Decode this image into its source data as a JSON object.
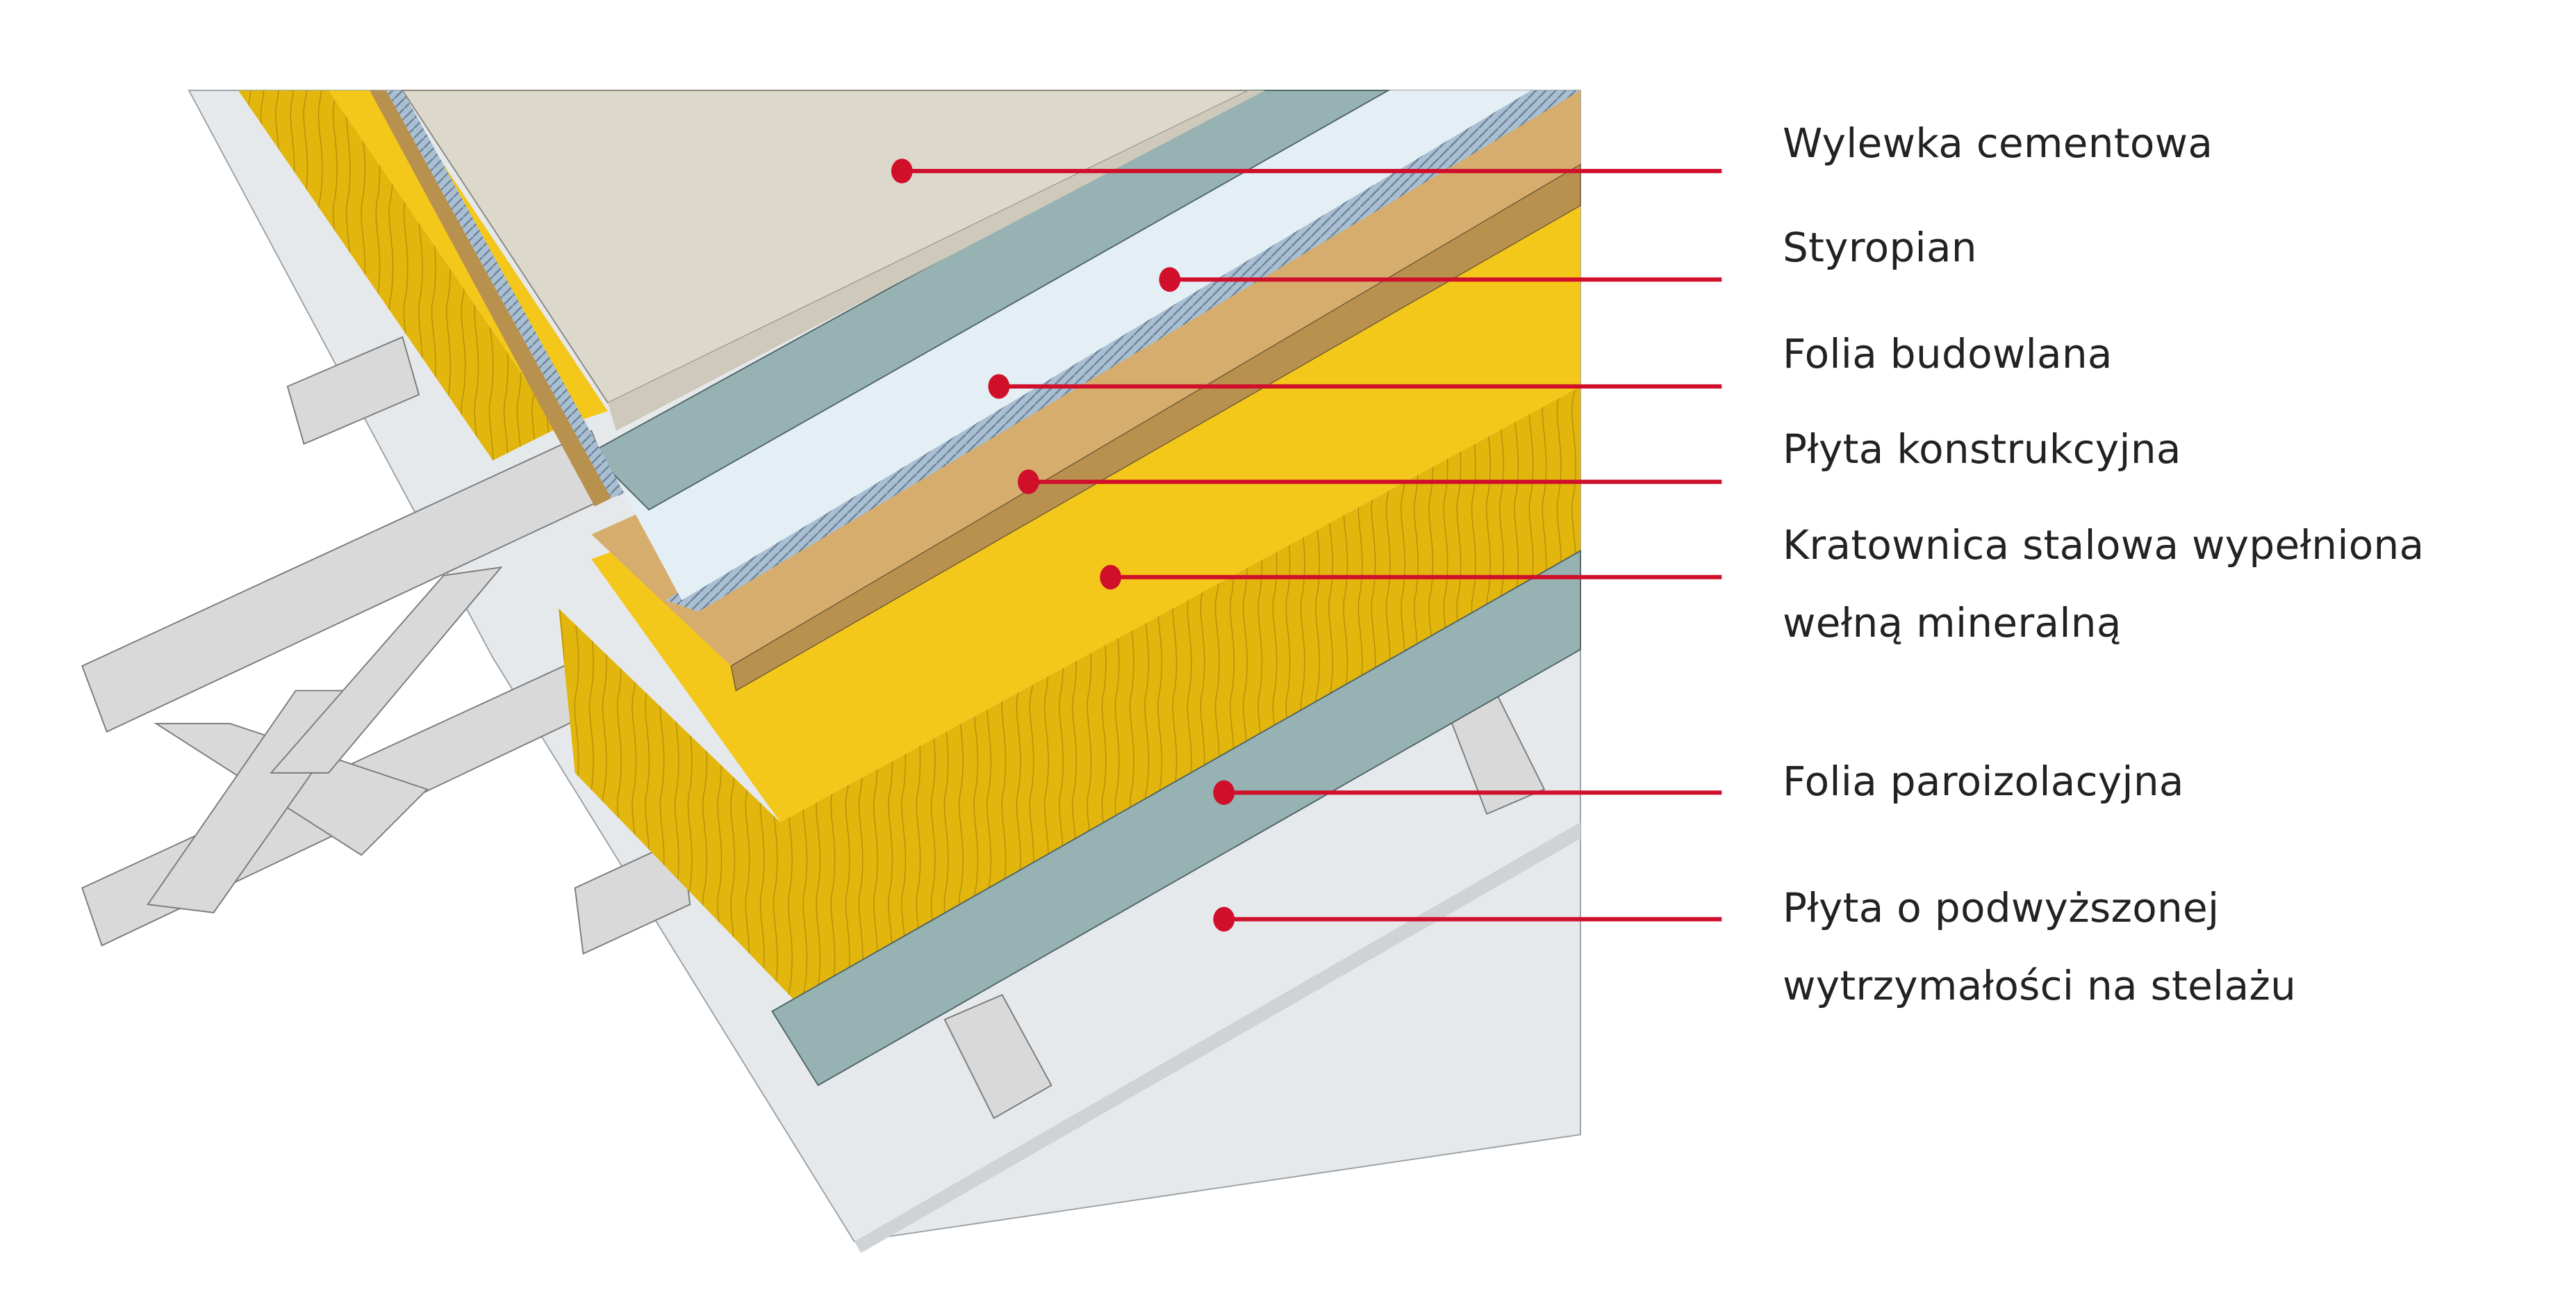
{
  "diagram": {
    "title": "",
    "colors": {
      "leader": "#d0102b",
      "cement_screed": "#ddd8cc",
      "styrofoam": "#e4eef5",
      "vapor_foil_teal": "#97b2b3",
      "construction_board": "#d6ad6d",
      "mineral_wool": "#f3c81a",
      "mineral_wool_side": "#e2b60c",
      "steel": "#d8d8d8",
      "base_board": "#e6e9ec"
    },
    "layers": [
      {
        "id": "wylewka",
        "label_lines": [
          "Wylewka cementowa"
        ]
      },
      {
        "id": "styropian",
        "label_lines": [
          "Styropian"
        ]
      },
      {
        "id": "folia-budowlana",
        "label_lines": [
          "Folia budowlana"
        ]
      },
      {
        "id": "plyta-konstrukcyjna",
        "label_lines": [
          "Płyta konstrukcyjna"
        ]
      },
      {
        "id": "kratownica",
        "label_lines": [
          "Kratownica stalowa wypełniona",
          "wełną mineralną"
        ]
      },
      {
        "id": "folia-paroizolacyjna",
        "label_lines": [
          "Folia paroizolacyjna"
        ]
      },
      {
        "id": "plyta-podwyzszona",
        "label_lines": [
          "Płyta o podwyższonej",
          "wytrzymałości na stelażu"
        ]
      }
    ]
  }
}
